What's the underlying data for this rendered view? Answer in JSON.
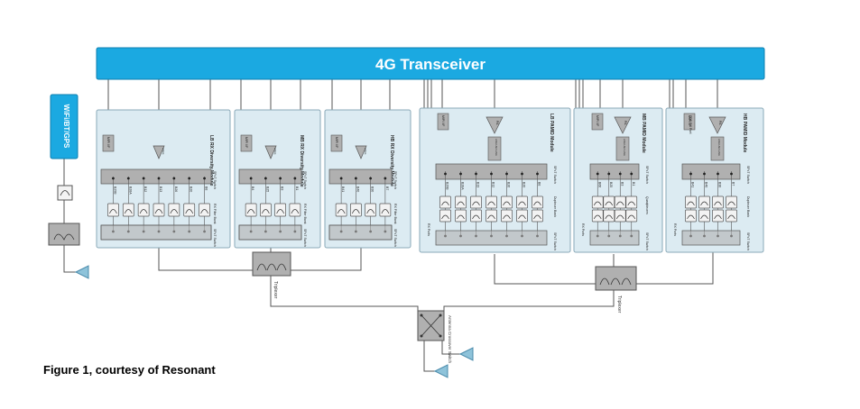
{
  "transceiver": {
    "label": "4G Transceiver"
  },
  "wifi": {
    "label": "WiFi/BT/GPS"
  },
  "caption": "Figure 1, courtesy of Resonant",
  "colors": {
    "transceiver_fill": "#1ba9e1",
    "module_fill": "#dcebf2",
    "switch_fill": "#b0b0b0",
    "filter_fill": "#f3f3f3",
    "antenna_fill": "#8ec3da",
    "line": "#555555"
  },
  "rx_modules": [
    {
      "name": "LB RX Diversity Module",
      "lna": "LNAs",
      "mipi": "MIPI I/F",
      "switch_label": "SPxT Switch",
      "filter_label": "RX Filter Bank",
      "switch2_label": "SPxT Switch",
      "bands": [
        "B29B",
        "B28A",
        "B12",
        "B13",
        "B26",
        "B20",
        "B8"
      ]
    },
    {
      "name": "MB RX Diversity Module",
      "lna": "LNAs",
      "mipi": "MIPI I/F",
      "switch_label": "SPxT Switch",
      "filter_label": "RX Filter Bank",
      "switch2_label": "SPxT Switch",
      "bands": [
        "B4",
        "B25",
        "B3",
        "B1"
      ]
    },
    {
      "name": "HB RX Diversity Module",
      "lna": "LNAs",
      "mipi": "MIPI I/F",
      "switch_label": "SPxT Switch",
      "filter_label": "RX Filter Bank",
      "switch2_label": "SPxT Switch",
      "bands": [
        "B41",
        "B40",
        "B30",
        "B7"
      ]
    }
  ],
  "pamid_modules": [
    {
      "name": "LB PAMID Module",
      "pa": "PA",
      "lna": "LNA LNA LNA",
      "mipi": "MIPI I/F",
      "switch_label": "SPxT Switch",
      "filter_label": "Duplexer Bank",
      "rx_ports": "RX Ports",
      "switch2_label": "SPxT Switch",
      "bands": [
        "B29B",
        "B28A",
        "B13",
        "B12",
        "B26",
        "B20",
        "B8"
      ]
    },
    {
      "name": "MB PAMID Module",
      "pa": "PA",
      "lna": "LNA LNA LNA",
      "mipi": "MIPI I/F",
      "switch_label": "SPxT Switch",
      "filter_label": "Quadplexers",
      "rx_ports": "RX Ports",
      "switch2_label": "SPxT Switch",
      "bands": [
        "B66",
        "B25",
        "B3",
        "B1"
      ]
    },
    {
      "name": "HB PAMID Module",
      "pa": "PA",
      "lna": "LNA LNA LNA",
      "mipi": "MIPI I/F",
      "extra": "TDD RX Port",
      "switch_label": "SPxT Switch",
      "filter_label": "Duplexer Bank",
      "rx_ports": "RX Ports",
      "switch2_label": "SPxT Switch",
      "bands": [
        "B41",
        "B40",
        "B30",
        "B7"
      ]
    }
  ],
  "triplexer_left": {
    "label": "Triplexer"
  },
  "triplexer_right": {
    "label": "Triplexer"
  },
  "antenna_switch": {
    "label": "Antenna Crossover Switch"
  }
}
